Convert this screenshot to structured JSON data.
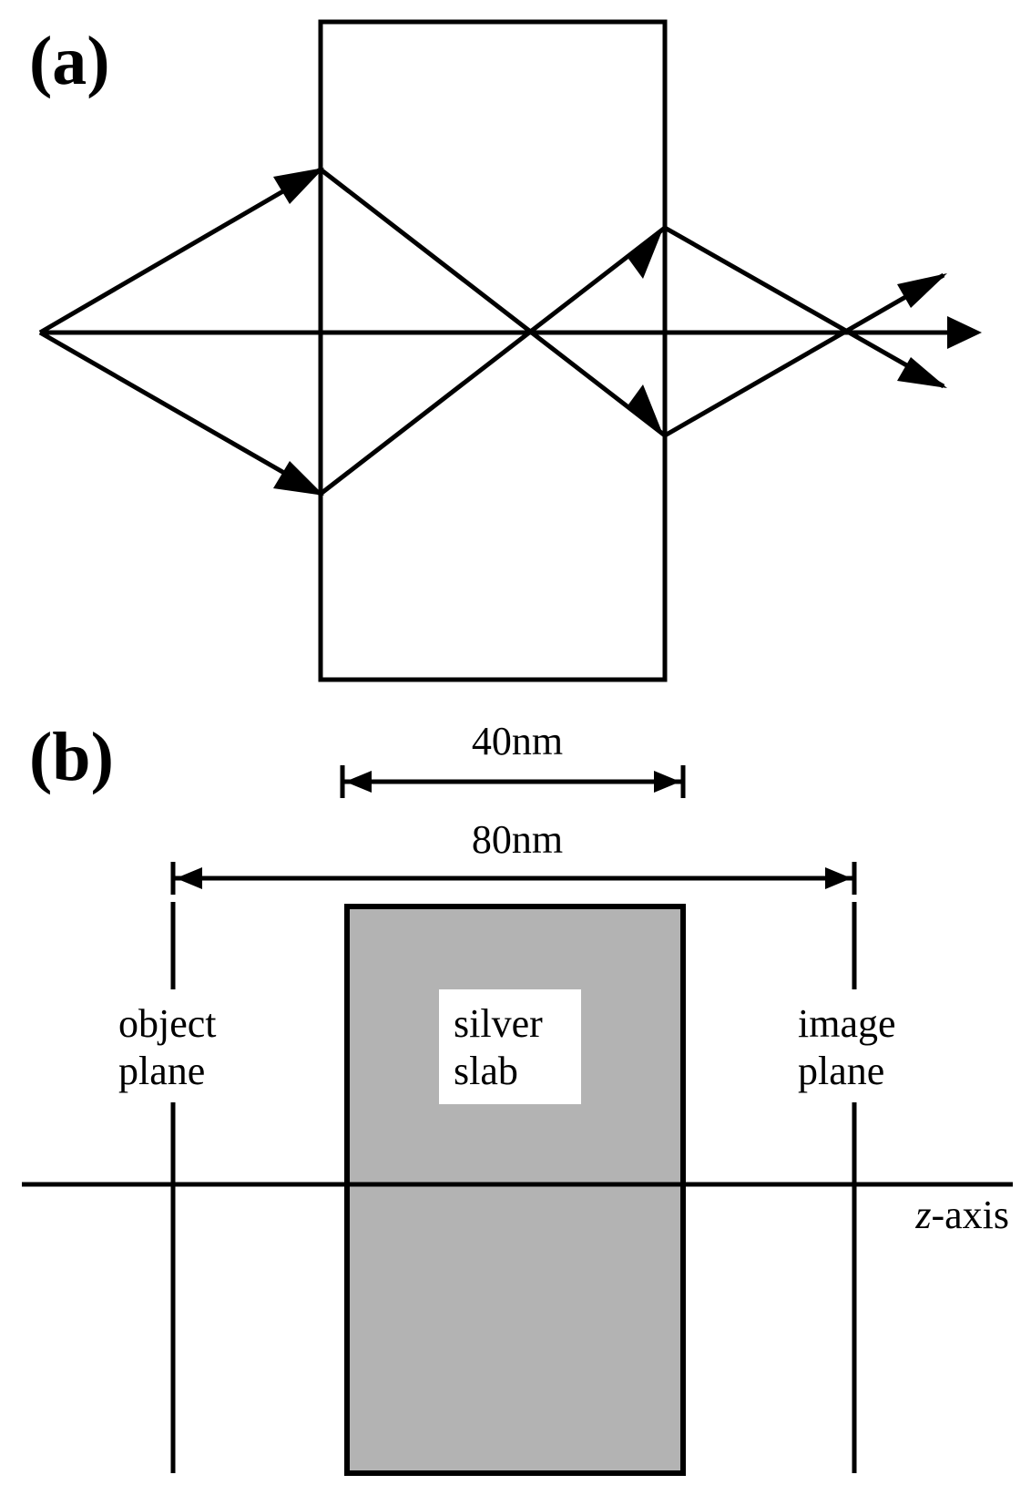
{
  "panel_a": {
    "label": "(a)"
  },
  "panel_b": {
    "label": "(b)",
    "dim_40": "40nm",
    "dim_80": "80nm",
    "object_plane": [
      "object",
      "plane"
    ],
    "image_plane": [
      "image",
      "plane"
    ],
    "silver_slab": [
      "silver",
      "slab"
    ],
    "axis_prefix": "z",
    "axis_suffix": "-axis"
  },
  "colors": {
    "ink": "#000000",
    "slab_fill": "#b3b3b3",
    "background": "#ffffff"
  }
}
